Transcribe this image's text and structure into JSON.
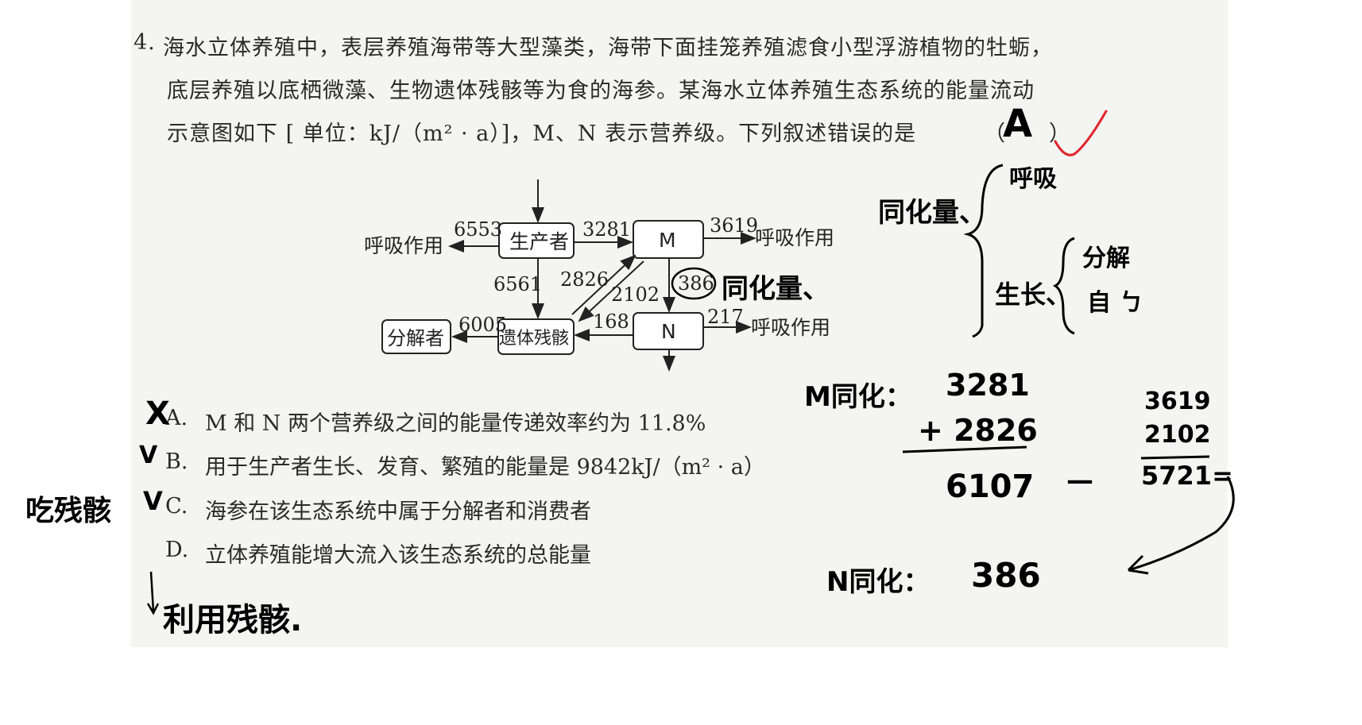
{
  "question": {
    "number": "4.",
    "line1": "海水立体养殖中，表层养殖海带等大型藻类，海带下面挂笼养殖滤食小型浮游植物的牡蛎，",
    "line2": "底层养殖以底栖微藻、生物遗体残骸等为食的海参。某海水立体养殖生态系统的能量流动",
    "line3": "示意图如下 [ 单位：kJ/（m² · a）]，M、N 表示营养级。下列叙述错误的是",
    "answer_paren_left": "（",
    "answer_paren_right": "）"
  },
  "diagram": {
    "producer": "生产者",
    "m": "M",
    "n": "N",
    "remains": "遗体残骸",
    "decomposer": "分解者",
    "respiration_left": "呼吸作用",
    "respiration_m": "呼吸作用",
    "respiration_n": "呼吸作用",
    "v6553": "6553",
    "v3281": "3281",
    "v3619": "3619",
    "v6561": "6561",
    "v2826": "2826",
    "v2102": "2102",
    "v386": "386",
    "v6005": "6005",
    "v168": "168",
    "v217": "217"
  },
  "options": [
    {
      "label": "A.",
      "text": "M 和 N 两个营养级之间的能量传递效率约为 11.8%"
    },
    {
      "label": "B.",
      "text": "用于生产者生长、发育、繁殖的能量是 9842kJ/（m² · a）"
    },
    {
      "label": "C.",
      "text": "海参在该生态系统中属于分解者和消费者"
    },
    {
      "label": "D.",
      "text": "立体养殖能增大流入该生态系统的总能量"
    }
  ],
  "handwriting": {
    "answer": "A",
    "mark_a": "X",
    "mark_b": "V",
    "mark_c": "V",
    "note_c": "吃残骸",
    "note_d": "利用残骸.",
    "note_386": "同化量、",
    "assim_label": "同化量、",
    "resp": "呼吸",
    "growth": "生长、",
    "decomp": "分解",
    "next": "自 ㄅ",
    "m_assim": "M同化：",
    "n3281": "3281",
    "n2826": "+ 2826",
    "n6107": "6107",
    "dash": "—",
    "n3619": "3619",
    "n2102": "2102",
    "n5721": "5721=",
    "n_assim": "N同化：",
    "n386": "386"
  },
  "colors": {
    "ink": "#000000",
    "check": "#e0242a",
    "paper": "#f4f4f2"
  }
}
